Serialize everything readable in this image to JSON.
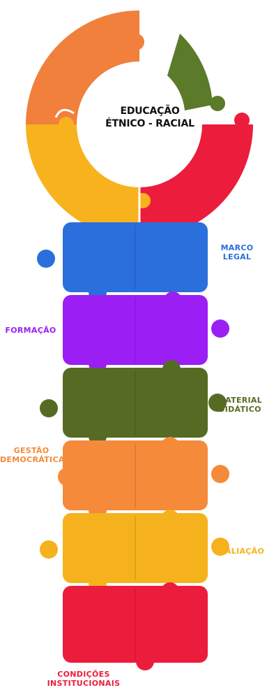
{
  "title": {
    "line1": "EDUCAÇÃO",
    "line2": "ÉTNICO - RACIAL"
  },
  "ring_segments": [
    {
      "color": "#f0803c"
    },
    {
      "color": "#5b7a2a"
    },
    {
      "color": "#ec1c3c"
    },
    {
      "color": "#f7b21e"
    }
  ],
  "puzzle_rows": [
    {
      "color": "#2a6fdb",
      "label_lines": [
        "MARCO",
        "LEGAL"
      ]
    },
    {
      "color": "#9b1ef5",
      "label_lines": [
        "FORMAÇÃO"
      ]
    },
    {
      "color": "#556b24",
      "label_lines": [
        "MATERIAL",
        "DIDÁTICO"
      ]
    },
    {
      "color": "#f58a3a",
      "label_lines": [
        "GESTÃO",
        "DEMOCRÁTICA"
      ]
    },
    {
      "color": "#f5b21c",
      "label_lines": [
        "AVALIAÇÃO"
      ]
    },
    {
      "color": "#ec1c3c",
      "label_lines": [
        "CONDIÇÕES",
        "INSTITUCIONAIS"
      ]
    }
  ]
}
